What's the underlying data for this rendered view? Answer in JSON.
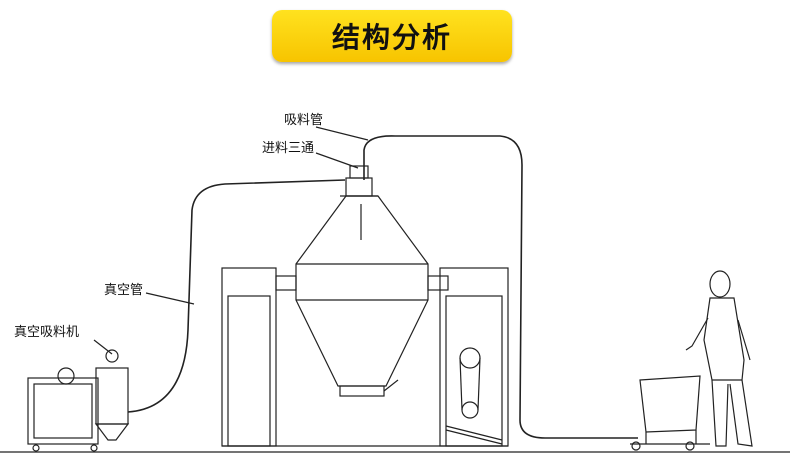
{
  "title": "结构分析",
  "labels": {
    "suction_pipe": "吸料管",
    "feed_tee": "进料三通",
    "vacuum_pipe": "真空管",
    "vacuum_loader": "真空吸料机"
  }
}
